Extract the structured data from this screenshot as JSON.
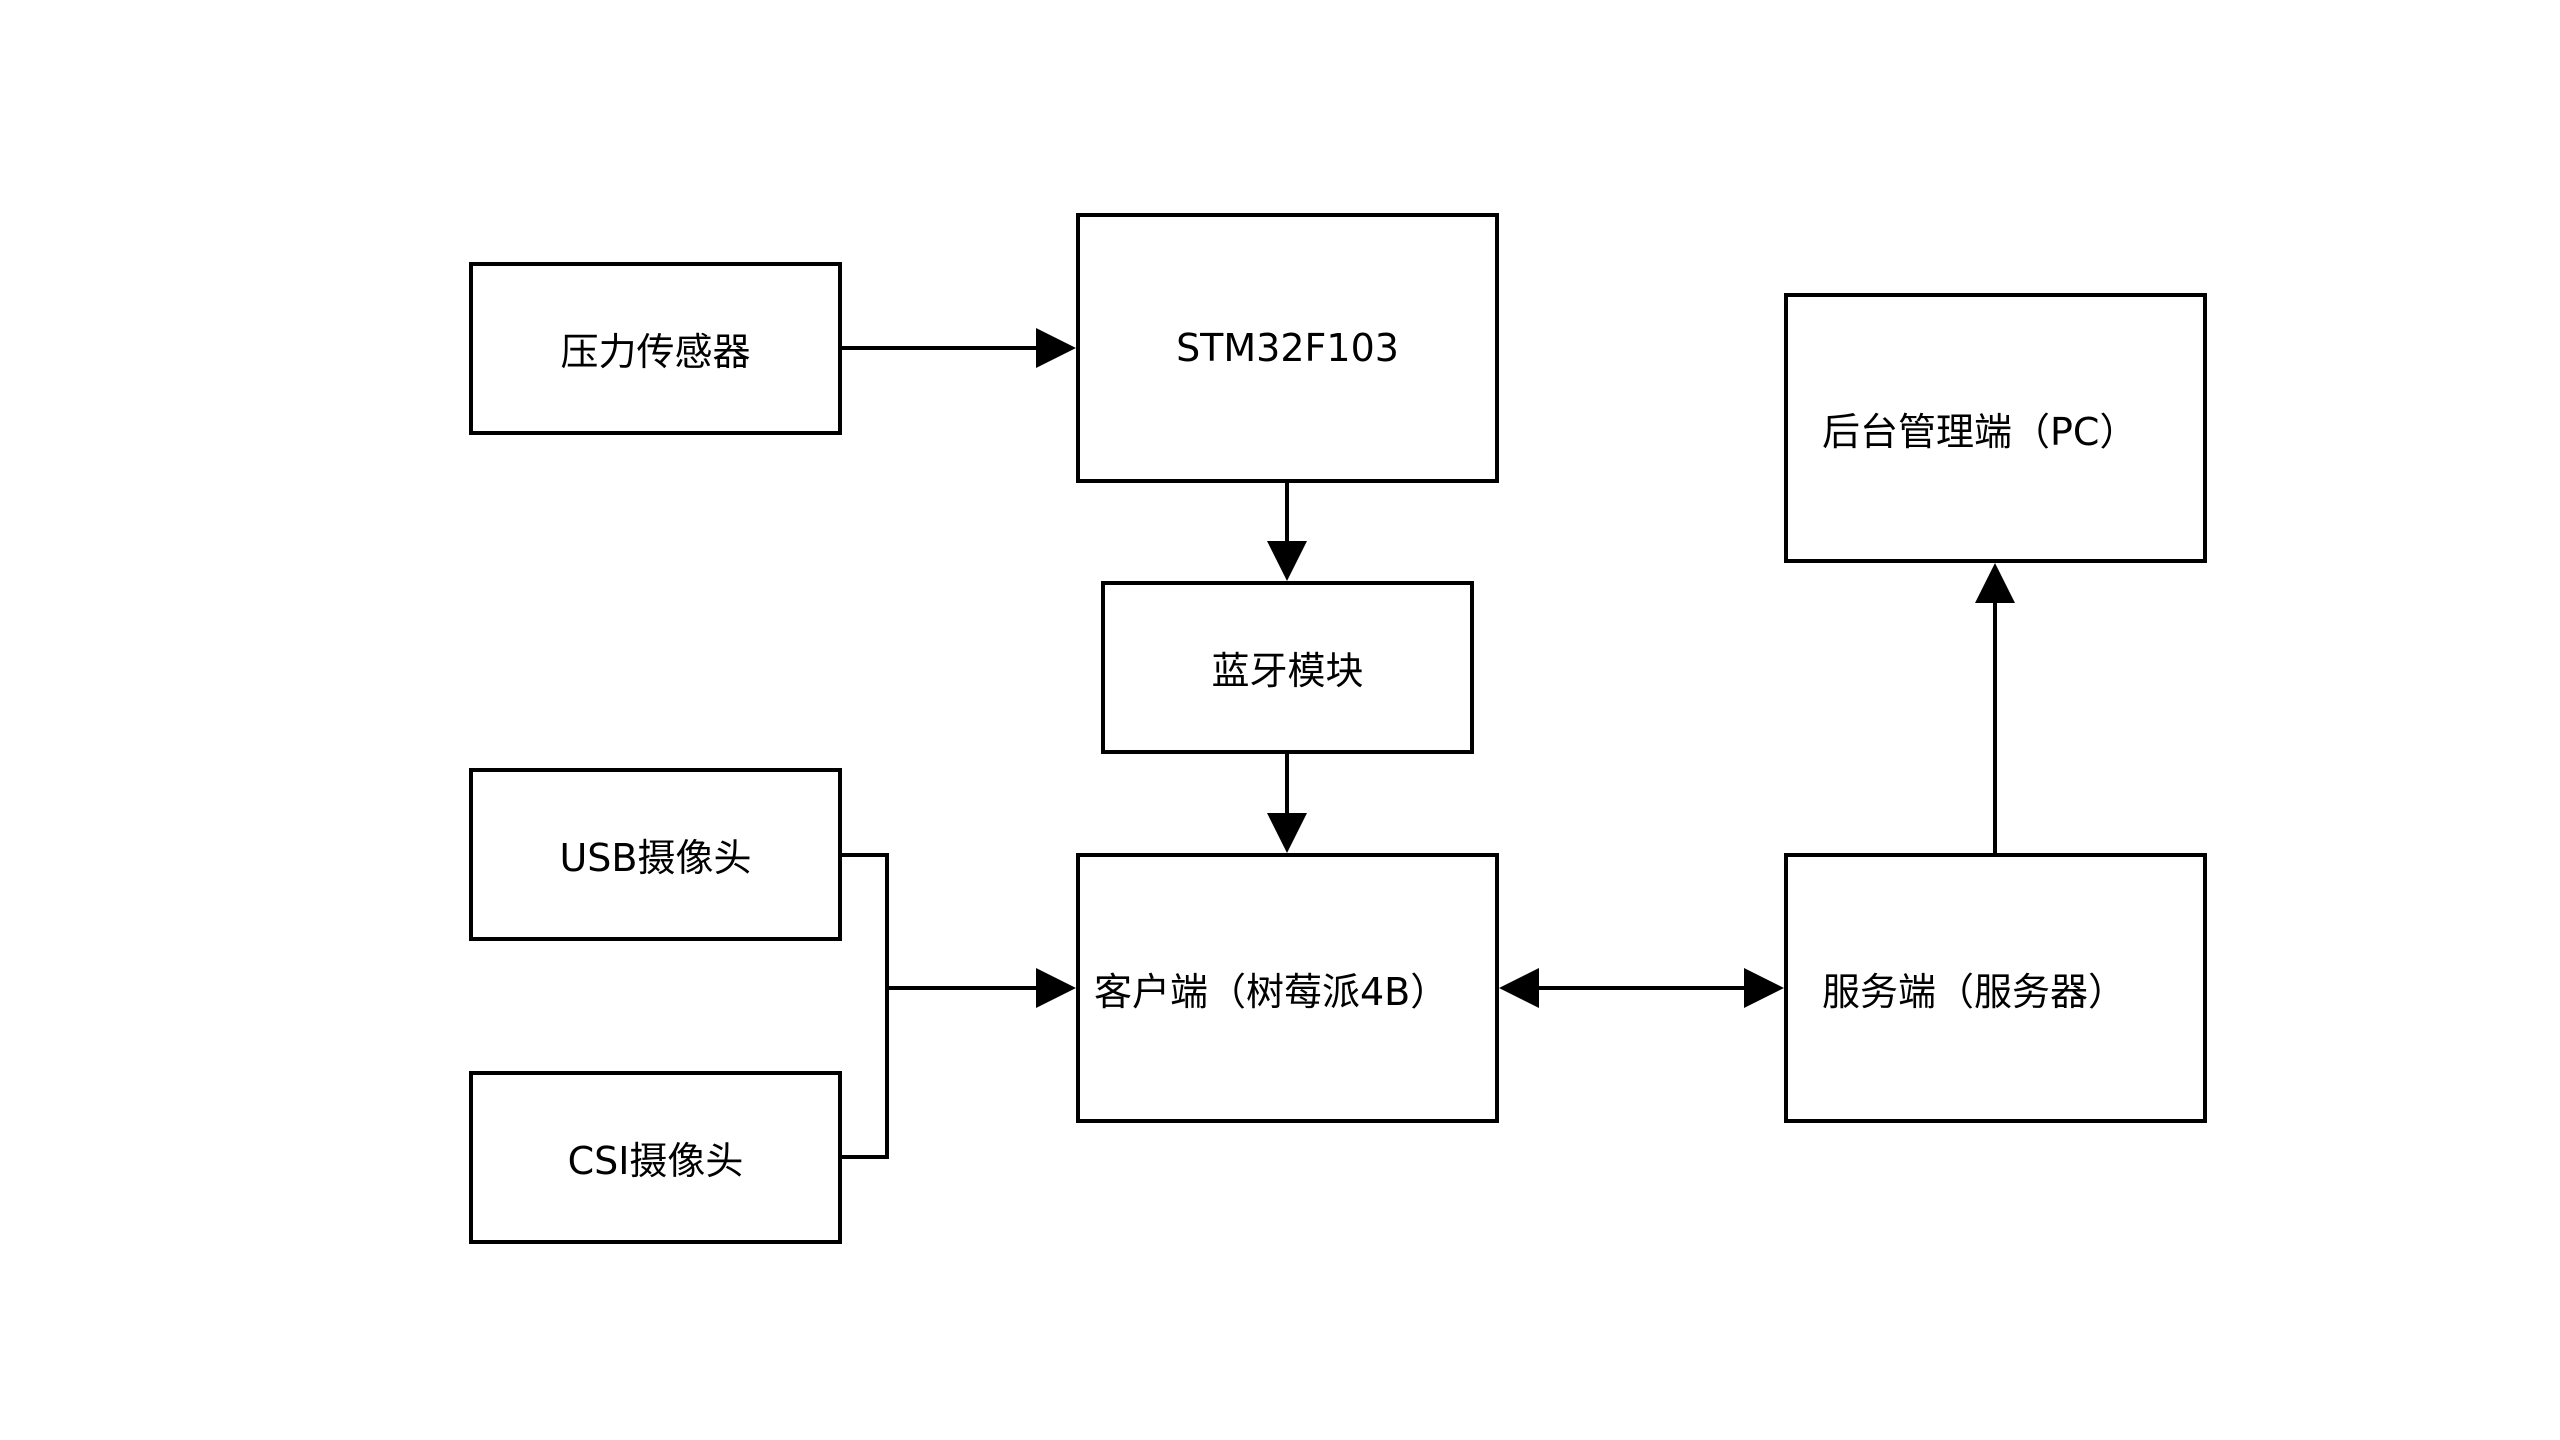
{
  "diagram": {
    "nodes": {
      "pressure_sensor": "压力传感器",
      "stm32": "STM32F103",
      "bluetooth": "蓝牙模块",
      "usb_camera": "USB摄像头",
      "csi_camera": "CSI摄像头",
      "client": "客户端（树莓派4B）",
      "server": "服务端（服务器）",
      "admin": "后台管理端（PC）"
    },
    "edges": [
      {
        "from": "pressure_sensor",
        "to": "stm32",
        "direction": "forward"
      },
      {
        "from": "stm32",
        "to": "bluetooth",
        "direction": "forward"
      },
      {
        "from": "bluetooth",
        "to": "client",
        "direction": "forward"
      },
      {
        "from": "usb_camera",
        "to": "client",
        "direction": "forward",
        "merged_with": "csi_camera"
      },
      {
        "from": "csi_camera",
        "to": "client",
        "direction": "forward",
        "merged_with": "usb_camera"
      },
      {
        "from": "client",
        "to": "server",
        "direction": "bidirectional"
      },
      {
        "from": "server",
        "to": "admin",
        "direction": "forward"
      }
    ],
    "colors": {
      "line": "#000000",
      "box_border": "#000000",
      "background": "#ffffff"
    }
  }
}
